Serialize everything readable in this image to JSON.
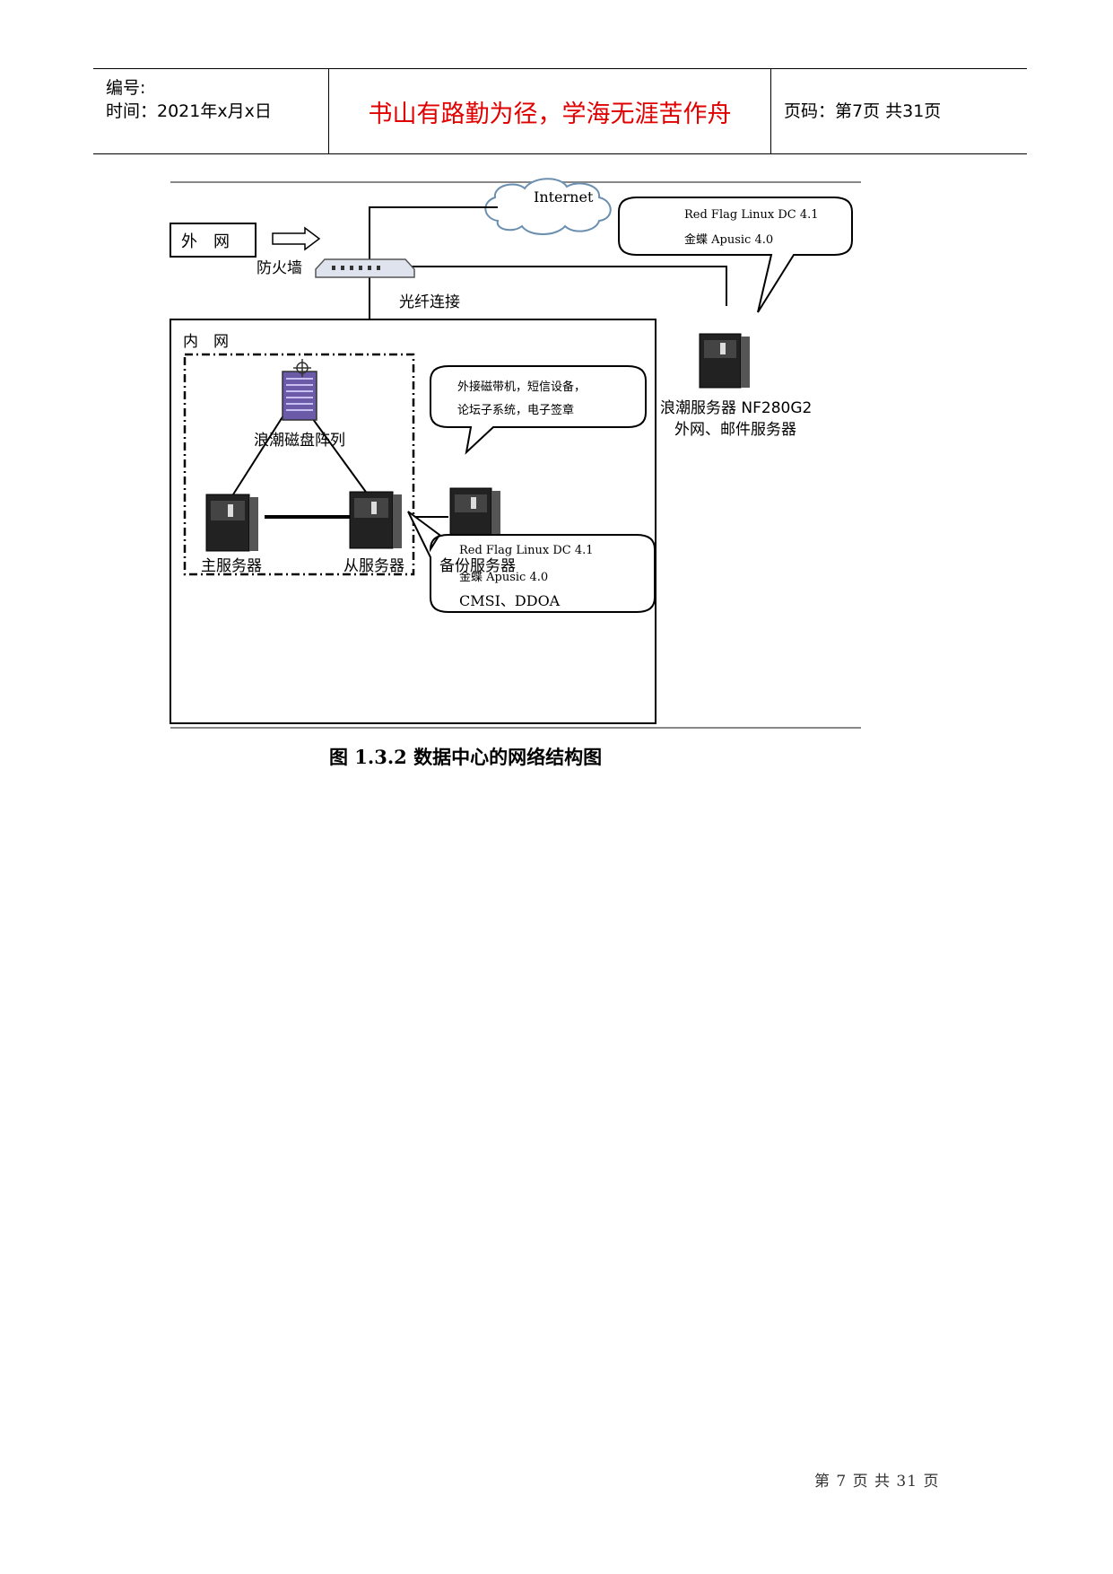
{
  "header": {
    "code_label": "编号:",
    "time_label": "时间：2021年x月x日",
    "motto": "书山有路勤为径，学海无涯苦作舟",
    "page_label": "页码：第7页 共31页"
  },
  "diagram": {
    "external_network": "外　网",
    "internet": "Internet",
    "firewall": "防火墙",
    "fiber": "光纤连接",
    "intranet": "内　网",
    "disk_array": "浪潮磁盘阵列",
    "main_server": "主服务器",
    "slave_server": "从服务器",
    "backup_server": "备份服务器",
    "inspur_server_line1": "浪潮服务器 NF280G2",
    "inspur_server_line2": "外网、邮件服务器",
    "bubble_top_line1": "Red Flag Linux DC 4.1",
    "bubble_top_line2": "金蝶 Apusic 4.0",
    "bubble_backup_line1": "外接磁带机，短信设备，",
    "bubble_backup_line2": "论坛子系统，电子签章",
    "bubble_slave_line1": "Red Flag Linux DC 4.1",
    "bubble_slave_line2": "金蝶 Apusic 4.0",
    "bubble_slave_line3": "CMSI、DDOA"
  },
  "caption": "图 1.3.2 数据中心的网络结构图",
  "footer": "第 7 页 共 31 页"
}
